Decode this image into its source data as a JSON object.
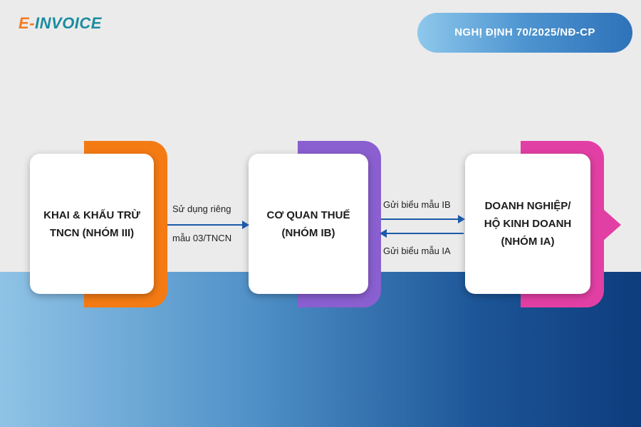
{
  "logo": {
    "e": "E",
    "dash": "-",
    "text": "INVOICE"
  },
  "badge": "NGHỊ ĐỊNH 70/2025/NĐ-CP",
  "nodes": [
    {
      "title": "KHAI & KHẤU TRỪ\nTNCN (NHÓM III)",
      "accent": "#f47a14"
    },
    {
      "title": "CƠ QUAN THUẾ\n(NHÓM IB)",
      "accent": "#8a5fd0"
    },
    {
      "title": "DOANH NGHIỆP/\nHỘ KINH DOANH\n(NHÓM IA)",
      "accent": "#e23fa4"
    }
  ],
  "edges": [
    {
      "label_top": "Sử dụng riêng",
      "label_bottom": "mẫu 03/TNCN",
      "direction": "right"
    },
    {
      "label": "Gửi biểu mẫu IB",
      "direction": "right"
    },
    {
      "label": "Gửi biểu mẫu IA",
      "direction": "left"
    }
  ],
  "colors": {
    "arrow": "#1d5aa8",
    "logo_accent": "#f47a20",
    "logo_main": "#1a8ca0"
  }
}
